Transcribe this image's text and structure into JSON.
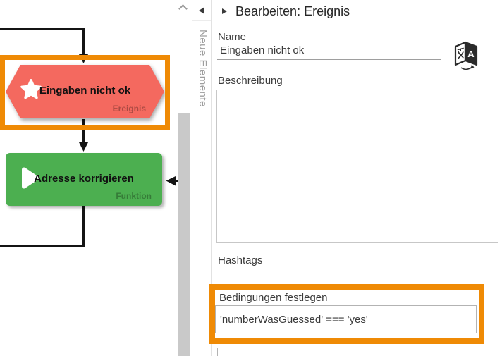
{
  "flowchart": {
    "event_node": {
      "label": "Eingaben nicht ok",
      "type_label": "Ereignis",
      "icon": "star-icon"
    },
    "function_node": {
      "label": "Adresse korrigieren",
      "type_label": "Funktion",
      "icon": "play-icon"
    }
  },
  "palette": {
    "title": "Neue Elemente",
    "collapse_icon": "left-triangle-icon"
  },
  "canvas_scrollbar": {
    "up_icon": "chevron-up-icon"
  },
  "editor": {
    "title": "Bearbeiten: Ereignis",
    "expand_icon": "right-triangle-icon",
    "name_label": "Name",
    "name_value": "Eingaben nicht ok",
    "translate_icon": "translate-icon",
    "description_label": "Beschreibung",
    "description_value": "",
    "hashtags_label": "Hashtags",
    "conditions_label": "Bedingungen festlegen",
    "conditions_value": "'numberWasGuessed' === 'yes'"
  },
  "colors": {
    "highlight_orange": "#ef8a05",
    "event_fill": "#f4695f",
    "function_fill": "#4caf50",
    "connector_black": "#141414",
    "muted_label_gray": "#9e9e9e"
  }
}
